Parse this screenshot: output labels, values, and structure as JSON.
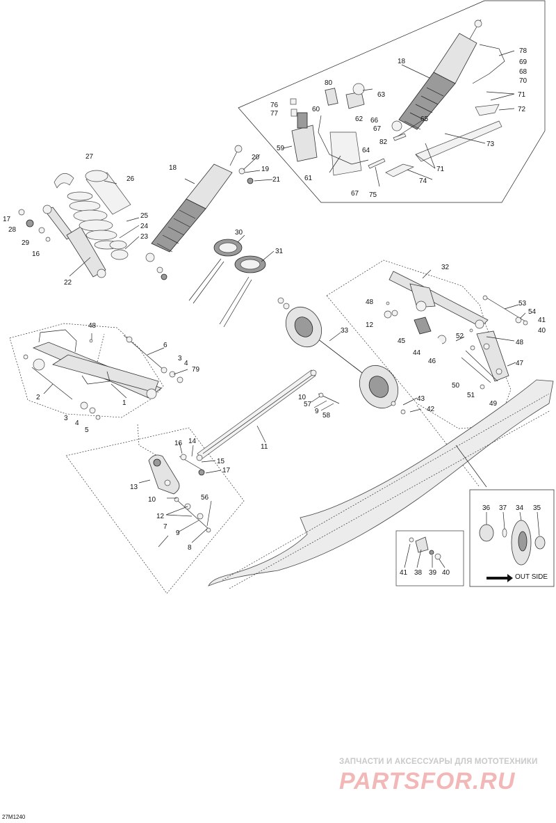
{
  "figure_code": "27M1240",
  "inset": {
    "label": "OUT SIDE"
  },
  "watermark": {
    "caption": "ЗАПЧАСТИ И АКСЕССУАРЫ ДЛЯ МОТОТЕХНИКИ",
    "logo": "PARTSFOR.RU"
  },
  "callouts": {
    "c1": "1",
    "c2": "2",
    "c3a": "3",
    "c3b": "3",
    "c4a": "4",
    "c4b": "4",
    "c5": "5",
    "c6": "6",
    "c7": "7",
    "c8": "8",
    "c9a": "9",
    "c9b": "9",
    "c10a": "10",
    "c10b": "10",
    "c11": "11",
    "c12a": "12",
    "c12b": "12",
    "c13": "13",
    "c14": "14",
    "c15": "15",
    "c16a": "16",
    "c16b": "16",
    "c17a": "17",
    "c17b": "17",
    "c18a": "18",
    "c18b": "18",
    "c19": "19",
    "c20": "20",
    "c21": "21",
    "c22": "22",
    "c23": "23",
    "c24": "24",
    "c25": "25",
    "c26": "26",
    "c27": "27",
    "c28": "28",
    "c29": "29",
    "c30": "30",
    "c31": "31",
    "c32": "32",
    "c33": "33",
    "c34": "34",
    "c35": "35",
    "c36": "36",
    "c37": "37",
    "c38": "38",
    "c39": "39",
    "c40a": "40",
    "c40b": "40",
    "c41a": "41",
    "c41b": "41",
    "c42": "42",
    "c43": "43",
    "c44": "44",
    "c45": "45",
    "c46": "46",
    "c47": "47",
    "c48a": "48",
    "c48b": "48",
    "c48c": "48",
    "c49": "49",
    "c50": "50",
    "c51": "51",
    "c52": "52",
    "c53": "53",
    "c54": "54",
    "c56": "56",
    "c57": "57",
    "c58": "58",
    "c59": "59",
    "c60": "60",
    "c61": "61",
    "c62": "62",
    "c63": "63",
    "c64": "64",
    "c65": "65",
    "c66": "66",
    "c67a": "67",
    "c67b": "67",
    "c68": "68",
    "c69": "69",
    "c70": "70",
    "c71a": "71",
    "c71b": "71",
    "c72": "72",
    "c73": "73",
    "c74": "74",
    "c75": "75",
    "c76": "76",
    "c77": "77",
    "c78": "78",
    "c79": "79",
    "c80": "80",
    "c82": "82"
  }
}
